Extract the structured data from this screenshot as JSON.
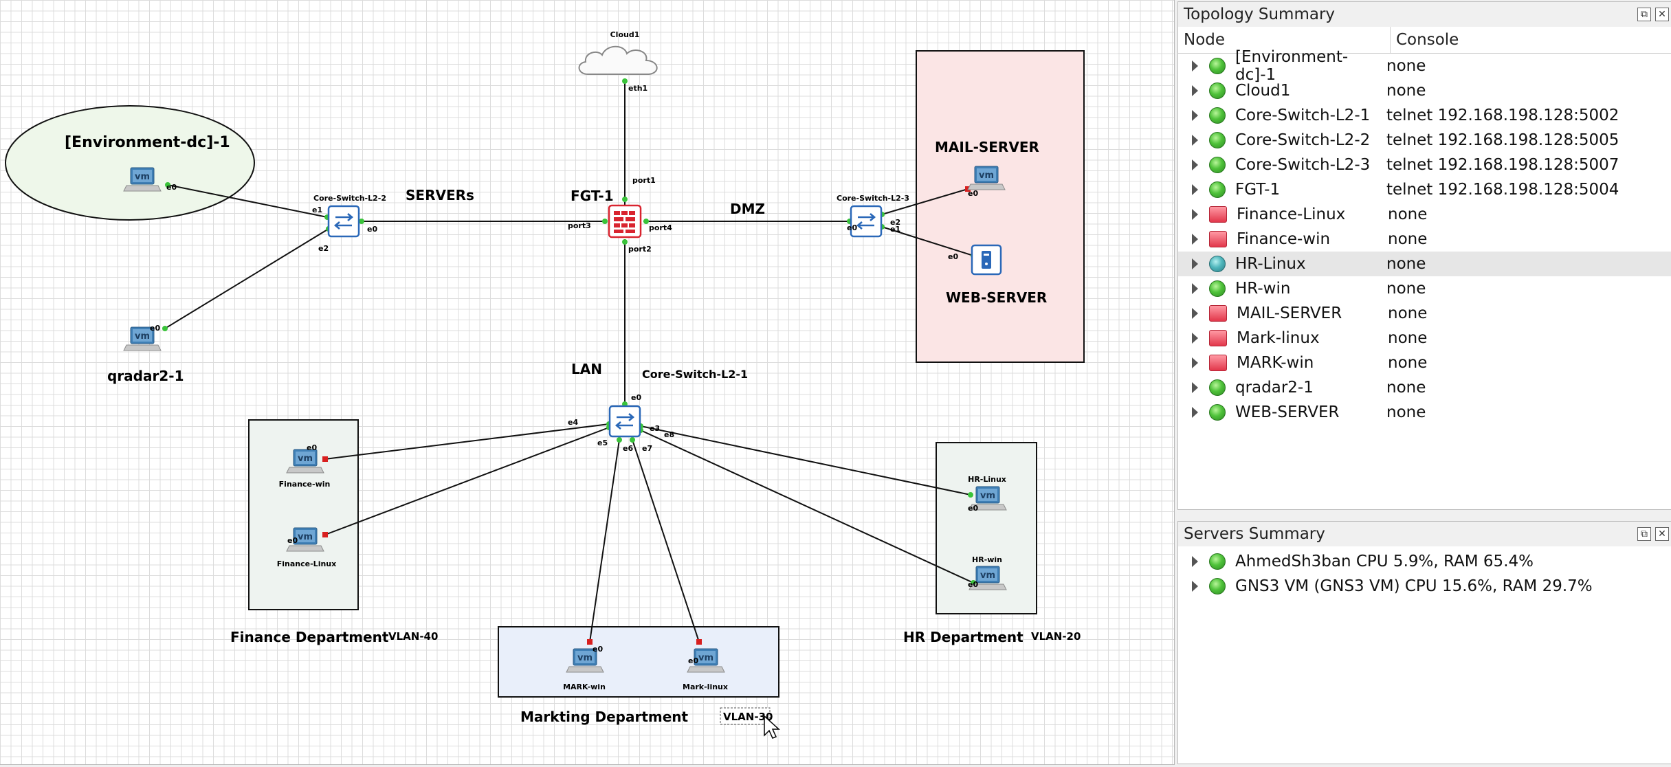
{
  "canvas": {
    "areas": {
      "servers_zone": "SERVERs",
      "dmz_zone": "DMZ",
      "lan_zone": "LAN",
      "env_dc": "[Environment-dc]-1",
      "qradar": "qradar2-1",
      "mail_server": "MAIL-SERVER",
      "web_server": "WEB-SERVER",
      "fgt": "FGT-1",
      "finance_dept": "Finance Department",
      "vlan40": "VLAN-40",
      "hr_dept": "HR Department",
      "vlan20": "VLAN-20",
      "markting_dept": "Markting Department",
      "vlan30": "VLAN-30"
    },
    "devices": {
      "cloud1": "Cloud1",
      "switch_l2_2": "Core-Switch-L2-2",
      "switch_l2_3": "Core-Switch-L2-3",
      "switch_l2_1": "Core-Switch-L2-1",
      "finance_win": "Finance-win",
      "finance_linux": "Finance-Linux",
      "hr_linux": "HR-Linux",
      "hr_win": "HR-win",
      "mark_win": "MARK-win",
      "mark_linux": "Mark-linux"
    },
    "ports": {
      "eth1": "eth1",
      "port1": "port1",
      "port2": "port2",
      "port3": "port3",
      "port4": "port4",
      "e0": "e0",
      "e1": "e1",
      "e2": "e2",
      "e3": "e3",
      "e4": "e4",
      "e5": "e5",
      "e6": "e6",
      "e7": "e7",
      "e8": "e8"
    }
  },
  "topology": {
    "title": "Topology Summary",
    "col_node": "Node",
    "col_console": "Console",
    "rows": [
      {
        "node": "[Environment-dc]-1",
        "console": "none",
        "status": "green"
      },
      {
        "node": "Cloud1",
        "console": "none",
        "status": "green"
      },
      {
        "node": "Core-Switch-L2-1",
        "console": "telnet 192.168.198.128:5002",
        "status": "green"
      },
      {
        "node": "Core-Switch-L2-2",
        "console": "telnet 192.168.198.128:5005",
        "status": "green"
      },
      {
        "node": "Core-Switch-L2-3",
        "console": "telnet 192.168.198.128:5007",
        "status": "green"
      },
      {
        "node": "FGT-1",
        "console": "telnet 192.168.198.128:5004",
        "status": "green"
      },
      {
        "node": "Finance-Linux",
        "console": "none",
        "status": "red"
      },
      {
        "node": "Finance-win",
        "console": "none",
        "status": "red"
      },
      {
        "node": "HR-Linux",
        "console": "none",
        "status": "teal"
      },
      {
        "node": "HR-win",
        "console": "none",
        "status": "green"
      },
      {
        "node": "MAIL-SERVER",
        "console": "none",
        "status": "red"
      },
      {
        "node": "Mark-linux",
        "console": "none",
        "status": "red"
      },
      {
        "node": "MARK-win",
        "console": "none",
        "status": "red"
      },
      {
        "node": "qradar2-1",
        "console": "none",
        "status": "green"
      },
      {
        "node": "WEB-SERVER",
        "console": "none",
        "status": "green"
      }
    ]
  },
  "servers": {
    "title": "Servers Summary",
    "rows": [
      {
        "label": "AhmedSh3ban CPU 5.9%, RAM 65.4%",
        "status": "green"
      },
      {
        "label": "GNS3 VM (GNS3 VM) CPU 15.6%, RAM 29.7%",
        "status": "green"
      }
    ]
  },
  "colors": {
    "green_led": "#4fc23a",
    "red_led": "#e2374b",
    "fortigate_red": "#d9242f",
    "switch_blue": "#2a68b8"
  }
}
